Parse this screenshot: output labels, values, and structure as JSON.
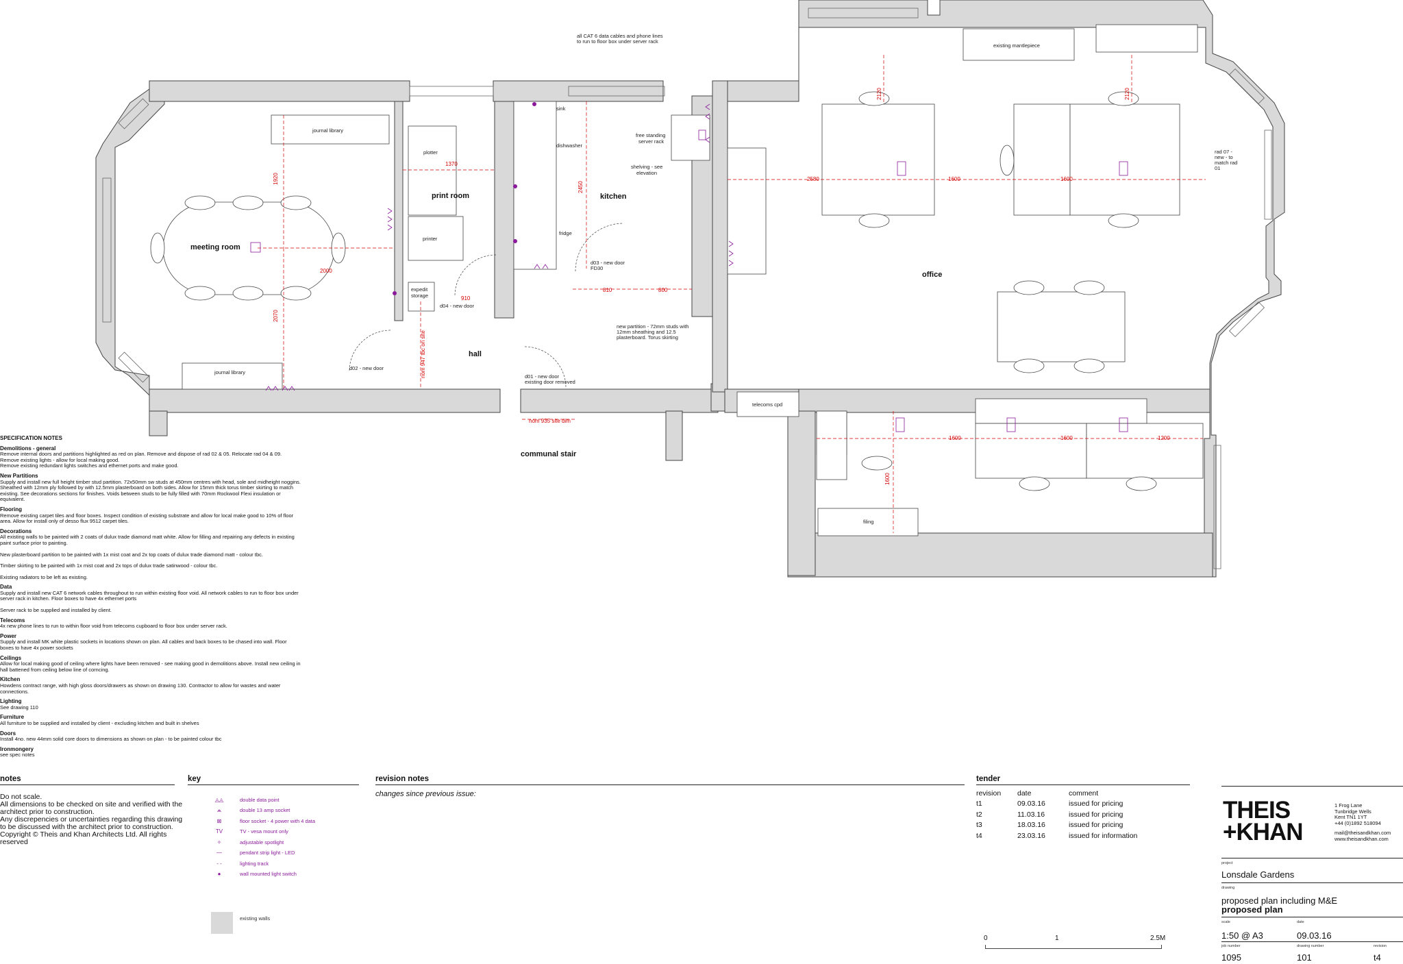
{
  "rooms": {
    "meeting_room": "meeting room",
    "print_room": "print room",
    "kitchen": "kitchen",
    "office": "office",
    "hall": "hall",
    "communal_stair": "communal stair"
  },
  "labels": {
    "journal_library_top": "journal library",
    "journal_library_bottom": "journal library",
    "plotter": "plotter",
    "printer": "printer",
    "expedit_storage": [
      "expedit",
      "storage"
    ],
    "sink": "sink",
    "dishwasher": "dishwasher",
    "fridge": "fridge",
    "free_standing_server_rack": [
      "free standing",
      "server rack"
    ],
    "shelving": [
      "shelving - see",
      "elevation"
    ],
    "existing_mantlepiece": "existing mantlepiece",
    "telecoms_cpd": "telecoms cpd",
    "filing": "filing",
    "rad_07": [
      "rad 07 -",
      "new - to",
      "match rad",
      "01"
    ],
    "cat6_note": [
      "all CAT 6 data cables and phone lines",
      "to run to floor box under server rack"
    ],
    "d01": [
      "d01 - new door",
      "existing door removed"
    ],
    "d02": "d02 - new door",
    "d03": [
      "d03 - new door",
      "FD30"
    ],
    "d04": "d04 - new door",
    "new_partition": [
      "new partition - 72mm studs with",
      "12mm sheathing and 12.5",
      "plasterboard. Torus skirting"
    ],
    "nom_935": "nom 935 site dim",
    "nom_947": "nom 947 tbc on site"
  },
  "dimensions": {
    "d1920": "1920",
    "d2070": "2070",
    "d2000": "2000",
    "d1370": "1370",
    "d2450": "2450",
    "d910a": "910",
    "d810": "810",
    "d800": "800",
    "d2580": "2580",
    "d1600a": "1600",
    "d1600b": "1600",
    "d2120a": "2120",
    "d2120b": "2120",
    "d1600c": "1600",
    "d1600d": "1600",
    "d1200": "1200",
    "d1600e": "1600"
  },
  "spec": {
    "title": "SPECIFICATION NOTES",
    "sections": [
      {
        "h": "Demolitions - general",
        "p": [
          "Remove internal doors and partitions highlighted as red on plan. Remove and dispose of rad 02 & 05. Relocate rad 04 & 09.",
          "Remove existing lights - allow for local making good.",
          "Remove existing redundant lights switches and ethernet ports and make good."
        ]
      },
      {
        "h": "New Partitions",
        "p": [
          "Supply and install new full height timber stud partition. 72x50mm sw studs at 450mm centres with head, sole and midheight noggins. Sheathed with 12mm ply followed by with 12.5mm plasterboard on both sides. Allow for 15mm thick torus timber skirting to match existing. See decorations sections for finishes. Voids between studs to be fully filled with 70mm Rockwool Flexi insulation or equivalent."
        ]
      },
      {
        "h": "Flooring",
        "p": [
          "Remove existing carpet tiles and floor boxes. Inspect condition of existing substrate and allow for local make good to 10% of floor area. Allow for install only of desso flux 9512 carpet tiles."
        ]
      },
      {
        "h": "Decorations",
        "p": [
          "All existing walls to be painted with 2 coats of dulux trade diamond matt white. Allow for filling and repairing any defects in existing paint surface prior to painting.",
          "",
          "New plasterboard partition to be painted with 1x mist coat and 2x top coats of dulux trade diamond matt - colour tbc.",
          "",
          "Timber skirting to be painted with 1x mist coat and 2x tops of dulux trade satinwood - colour tbc.",
          "",
          "Existing radiators to be left as existing."
        ]
      },
      {
        "h": "Data",
        "p": [
          "Supply and install new CAT 6 network cables throughout to run within existing floor void. All network cables to run to floor box under server rack in kitchen. Floor boxes to have 4x ethernet ports",
          "",
          "Server rack to be supplied and installed by client."
        ]
      },
      {
        "h": "Telecoms",
        "p": [
          "4x new phone lines to run to within floor void from telecoms cupboard to floor box under server rack."
        ]
      },
      {
        "h": "Power",
        "p": [
          "Supply and install MK white plastic sockets in locations shown on plan. All cables and back boxes to be chased into wall. Floor boxes to have 4x power sockets"
        ]
      },
      {
        "h": "Ceilings",
        "p": [
          "Allow for local making good of ceiling where lights have been removed - see making good in demolitions above. Install new ceiling in hall battened from ceiling below line of corncing."
        ]
      },
      {
        "h": "Kitchen",
        "p": [
          "Howdens contract range, with high gloss doors/drawers as shown on drawing 130. Contractor to allow for wastes and water connections."
        ]
      },
      {
        "h": "Lighting",
        "p": [
          "See drawing 110"
        ]
      },
      {
        "h": "Furniture",
        "p": [
          "All furniture to be supplied and installed by client - excluding kitchen and built in shelves"
        ]
      },
      {
        "h": "Doors",
        "p": [
          "Install 4no. new 44mm solid core doors to dimensions as shown on plan - to be painted colour tbc"
        ]
      },
      {
        "h": "Ironmongery",
        "p": [
          "see spec notes"
        ]
      }
    ]
  },
  "notes": {
    "heading": "notes",
    "body": "Do not scale.\nAll dimensions to be checked on site and verified with the architect prior to construction.\nAny discrepencies or uncertainties regarding this drawing to be discussed with the architect prior to construction.\nCopyright © Theis and Khan Architects Ltd. All rights reserved"
  },
  "key": {
    "heading": "key",
    "items": [
      {
        "sym": "◬◬",
        "label": "double data point"
      },
      {
        "sym": "⩕",
        "label": "double 13 amp socket"
      },
      {
        "sym": "⊠",
        "label": "floor socket - 4 power with 4 data"
      },
      {
        "sym": "TV",
        "label": "TV - vesa mount only"
      },
      {
        "sym": "✧",
        "label": "adjustable spotlight"
      },
      {
        "sym": "—",
        "label": "pendant strip light - LED"
      },
      {
        "sym": "- -",
        "label": "lighting track"
      },
      {
        "sym": "●",
        "label": "wall mounted light switch"
      }
    ],
    "existing_walls": "existing walls"
  },
  "revision_notes": {
    "heading": "revision notes",
    "text": "changes since previous issue:"
  },
  "tender": {
    "heading": "tender",
    "columns": [
      "revision",
      "date",
      "comment"
    ],
    "rows": [
      [
        "t1",
        "09.03.16",
        "issued for pricing"
      ],
      [
        "t2",
        "11.03.16",
        "issued for pricing"
      ],
      [
        "t3",
        "18.03.16",
        "issued for pricing"
      ],
      [
        "t4",
        "23.03.16",
        "issued for information"
      ]
    ]
  },
  "titleblock": {
    "logo_line1": "THEIS",
    "logo_line2": "+KHAN",
    "address": [
      "1 Frog Lane",
      "Tunbridge Wells",
      "Kent TN1 1YT",
      "+44 (0)1892 518094",
      "",
      "mail@theisandkhan.com",
      "www.theisandkhan.com"
    ],
    "project_label": "project",
    "project": "Lonsdale Gardens",
    "drawing_label": "drawing",
    "drawing_line1": "proposed plan including M&E",
    "drawing_line2": "proposed plan",
    "scale_label": "scale",
    "scale": "1:50 @ A3",
    "date_label": "date",
    "date": "09.03.16",
    "job_label": "job number",
    "job": "1095",
    "drawing_no_label": "drawing number",
    "drawing_no": "101",
    "revision_label": "revision",
    "revision": "t4"
  },
  "scalebar": {
    "t0": "0",
    "t1": "1",
    "t2": "2.5M"
  },
  "colors": {
    "wall": "#d9d9d9",
    "wall_line": "#444444",
    "dim": "#d40000",
    "mep": "#8a1a9a"
  }
}
